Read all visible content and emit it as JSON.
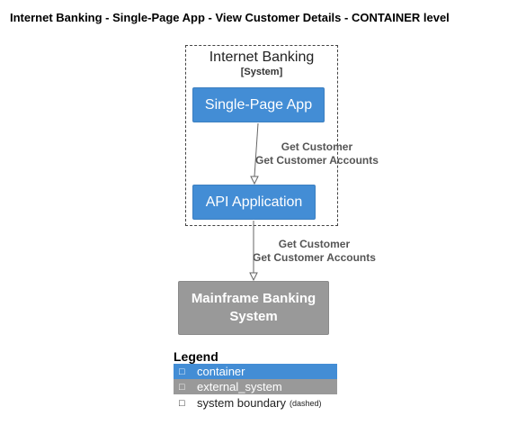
{
  "title": "Internet Banking - Single-Page App - View Customer Details - CONTAINER level",
  "boundary": {
    "name": "Internet Banking",
    "type": "[System]"
  },
  "nodes": {
    "spa": "Single-Page App",
    "api": "API Application",
    "mainframe": "Mainframe Banking System"
  },
  "edges": {
    "spa_to_api": [
      "Get Customer",
      "Get Customer Accounts"
    ],
    "api_to_mainframe": [
      "Get Customer",
      "Get Customer Accounts"
    ]
  },
  "legend": {
    "title": "Legend",
    "items": {
      "container": "container",
      "external_system": "external_system",
      "system_boundary": "system boundary",
      "dashed_note": "(dashed)"
    },
    "glyph": "□"
  },
  "colors": {
    "container": "#438dd5",
    "external_system": "#999999",
    "edge": "#666666"
  }
}
